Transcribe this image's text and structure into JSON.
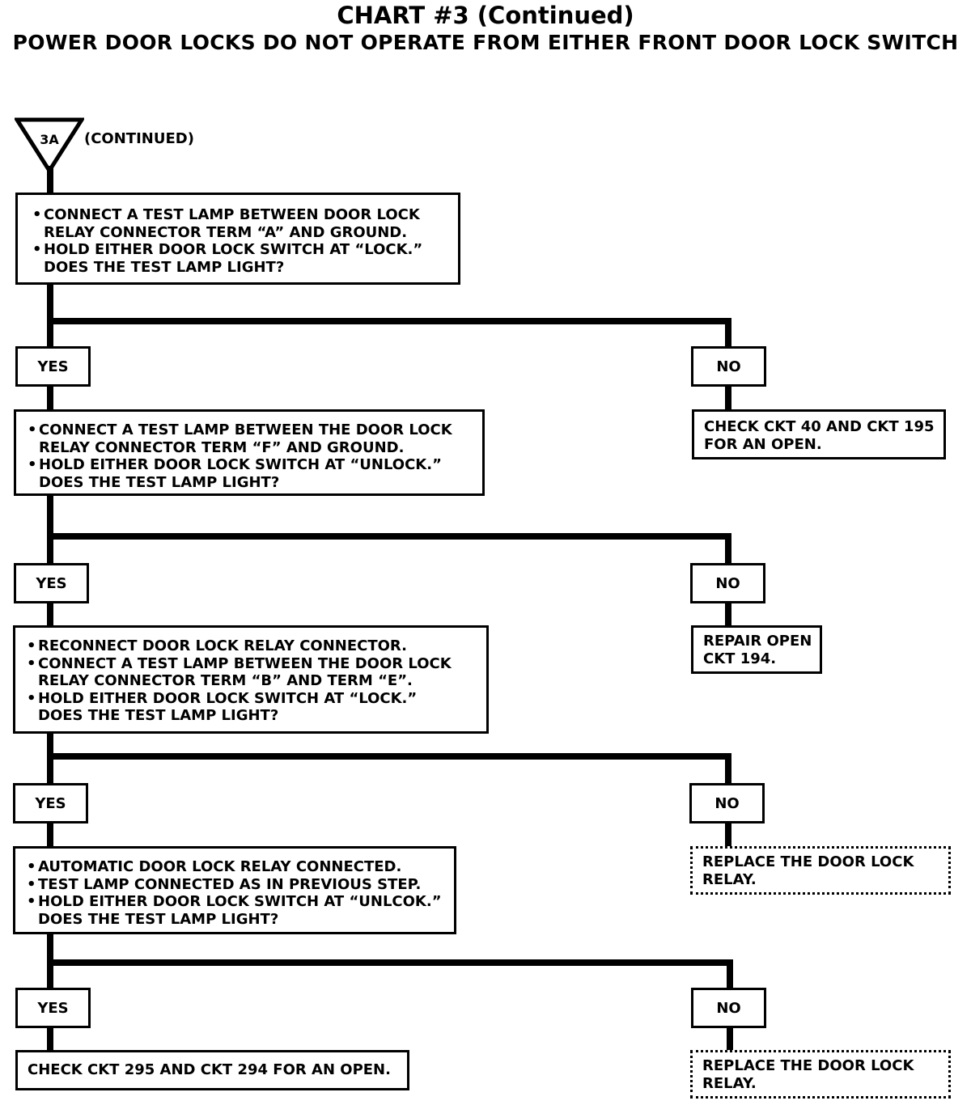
{
  "title": "CHART #3 (Continued)",
  "subtitle": "POWER DOOR LOCKS DO NOT OPERATE FROM EITHER FRONT DOOR LOCK SWITCH",
  "start": {
    "label": "3A",
    "note": "(CONTINUED)"
  },
  "steps": [
    {
      "lines": [
        "CONNECT A TEST LAMP BETWEEN DOOR LOCK\nRELAY CONNECTOR TERM “A” AND GROUND.",
        "HOLD EITHER DOOR LOCK SWITCH AT “LOCK.”\nDOES THE TEST LAMP LIGHT?"
      ],
      "yes": "YES",
      "no": "NO",
      "no_action": "CHECK CKT 40 AND CKT 195\nFOR AN OPEN."
    },
    {
      "lines": [
        "CONNECT A TEST LAMP BETWEEN THE DOOR LOCK\nRELAY CONNECTOR TERM “F” AND GROUND.",
        "HOLD EITHER DOOR LOCK SWITCH AT “UNLOCK.”\nDOES THE TEST LAMP LIGHT?"
      ],
      "yes": "YES",
      "no": "NO",
      "no_action": "REPAIR OPEN\nCKT 194."
    },
    {
      "lines": [
        "RECONNECT DOOR LOCK RELAY CONNECTOR.",
        "CONNECT A TEST LAMP BETWEEN THE DOOR LOCK\nRELAY CONNECTOR TERM “B” AND TERM “E”.",
        "HOLD EITHER DOOR LOCK SWITCH AT “LOCK.”\nDOES THE TEST LAMP LIGHT?"
      ],
      "yes": "YES",
      "no": "NO",
      "no_action": "REPLACE THE DOOR LOCK\nRELAY."
    },
    {
      "lines": [
        "AUTOMATIC DOOR LOCK RELAY CONNECTED.",
        "TEST LAMP CONNECTED AS IN PREVIOUS STEP.",
        "HOLD EITHER DOOR LOCK SWITCH AT “UNLCOK.”\nDOES THE TEST LAMP LIGHT?"
      ],
      "yes": "YES",
      "no": "NO",
      "no_action": "REPLACE THE DOOR LOCK\nRELAY."
    }
  ],
  "final_yes_action": "CHECK CKT 295 AND CKT 294 FOR AN OPEN."
}
